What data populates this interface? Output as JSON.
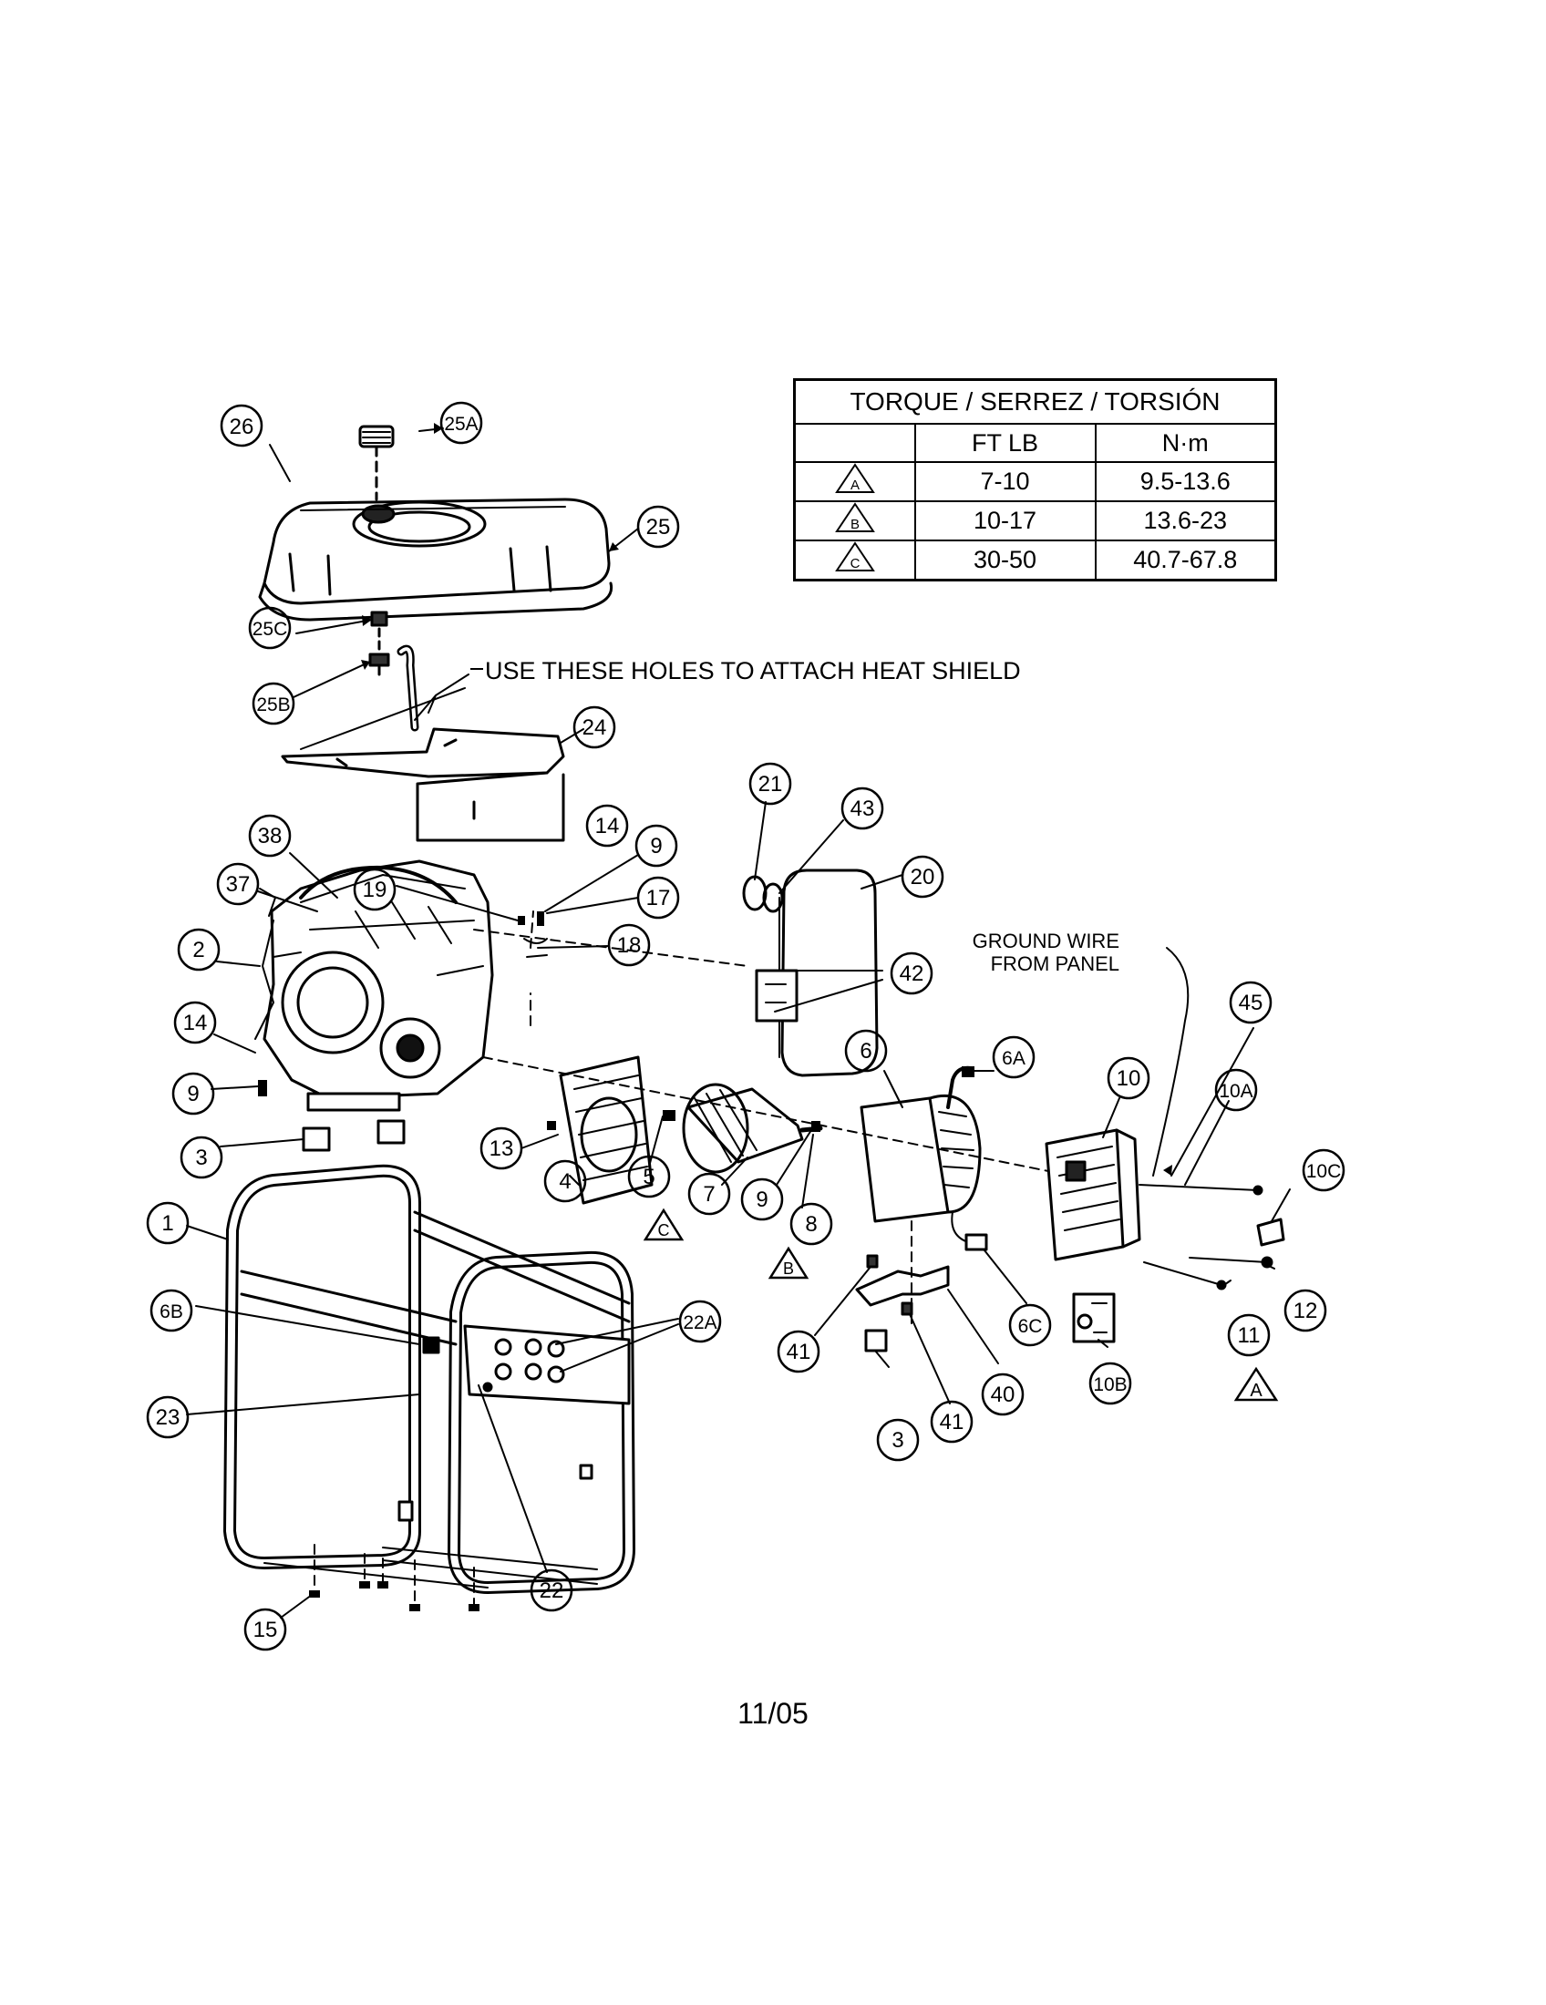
{
  "torque_table": {
    "title": "TORQUE / SERREZ / TORSIÓN",
    "headers": [
      "",
      "FT LB",
      "N·m"
    ],
    "rows": [
      {
        "symbol": "A",
        "ft_lb": "7-10",
        "nm": "9.5-13.6"
      },
      {
        "symbol": "B",
        "ft_lb": "10-17",
        "nm": "13.6-23"
      },
      {
        "symbol": "C",
        "ft_lb": "30-50",
        "nm": "40.7-67.8"
      }
    ]
  },
  "annotations": {
    "heat_shield_note": "USE THESE HOLES TO ATTACH HEAT SHIELD",
    "ground_wire_line1": "GROUND WIRE",
    "ground_wire_line2": "FROM PANEL"
  },
  "callouts": [
    "26",
    "25A",
    "25",
    "25C",
    "25B",
    "24",
    "38",
    "37",
    "2",
    "14",
    "9",
    "19",
    "17",
    "18",
    "14",
    "9",
    "21",
    "43",
    "20",
    "42",
    "3",
    "13",
    "4",
    "5",
    "7",
    "9",
    "8",
    "6",
    "6A",
    "45",
    "10",
    "10A",
    "10C",
    "1",
    "6B",
    "22A",
    "23",
    "22",
    "15",
    "6C",
    "41",
    "3",
    "41",
    "40",
    "11",
    "12",
    "10B"
  ],
  "torque_marks": [
    "C",
    "B",
    "A"
  ],
  "page_date": "11/05"
}
